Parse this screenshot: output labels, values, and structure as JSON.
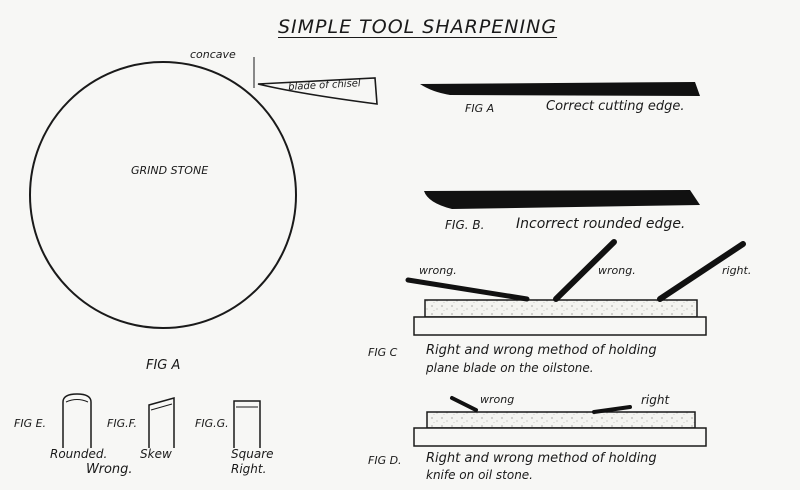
{
  "title": "SIMPLE TOOL SHARPENING",
  "grindstone": {
    "concave_label": "concave",
    "blade_label": "blade of chisel",
    "stone_label": "GRIND STONE",
    "fig_label": "FIG A"
  },
  "fig_a": {
    "fig": "FIG A",
    "caption": "Correct cutting edge."
  },
  "fig_b": {
    "fig": "FIG. B.",
    "caption": "Incorrect rounded edge."
  },
  "fig_c": {
    "label_wrong_1": "wrong.",
    "label_wrong_2": "wrong.",
    "label_right": "right.",
    "fig": "FIG C",
    "caption_line1": "Right and wrong method of holding",
    "caption_line2": "plane blade on the oilstone."
  },
  "fig_d": {
    "label_wrong": "wrong",
    "label_right": "right",
    "fig": "FIG D.",
    "caption_line1": "Right and wrong method of holding",
    "caption_line2": "knife on oil stone."
  },
  "fig_e": {
    "fig": "FIG E.",
    "caption_line1": "Rounded.",
    "caption_line2": "Wrong."
  },
  "fig_f": {
    "fig": "FIG.F.",
    "caption": "Skew"
  },
  "fig_g": {
    "fig": "FIG.G.",
    "caption_line1": "Square",
    "caption_line2": "Right."
  }
}
